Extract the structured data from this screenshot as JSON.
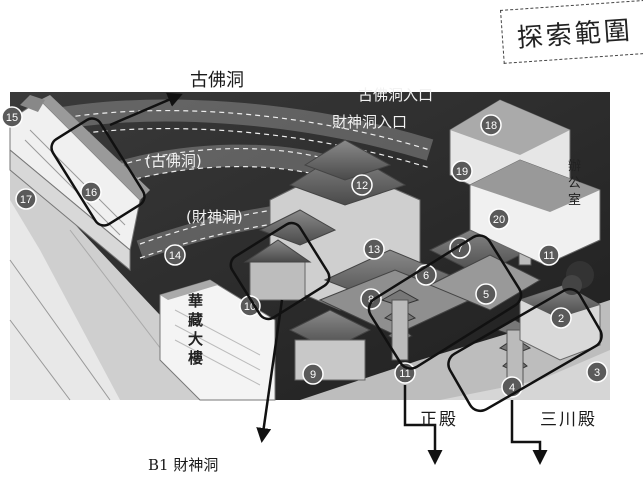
{
  "scope_label": "探索範圍",
  "labels": {
    "gufo_cave_top": "古佛洞",
    "gufo_entrance": "古佛洞入口",
    "caishen_entrance": "財神洞入口",
    "gufo_tunnel": "(古佛洞)",
    "caishen_tunnel": "(財神洞)",
    "building_name": "華藏大樓",
    "office": "辦公室",
    "main_hall": "正殿",
    "sanchuan_hall": "三川殿",
    "b1_caishen": "B1 財神洞"
  },
  "markers": [
    {
      "label": "15"
    },
    {
      "label": "16"
    },
    {
      "label": "17"
    },
    {
      "label": "14"
    },
    {
      "label": "10"
    },
    {
      "label": "12"
    },
    {
      "label": "13"
    },
    {
      "label": "18"
    },
    {
      "label": "19"
    },
    {
      "label": "20"
    },
    {
      "label": "7"
    },
    {
      "label": "6"
    },
    {
      "label": "8"
    },
    {
      "label": "5"
    },
    {
      "label": "11"
    },
    {
      "label": "11"
    },
    {
      "label": "2"
    },
    {
      "label": "9"
    },
    {
      "label": "4"
    },
    {
      "label": "3"
    }
  ],
  "colors": {
    "background": "#ffffff",
    "map_sky": "#2e2e2e",
    "marker_fill": "#5a5a5a",
    "highlight_stroke": "#111111",
    "arrow": "#111111"
  }
}
